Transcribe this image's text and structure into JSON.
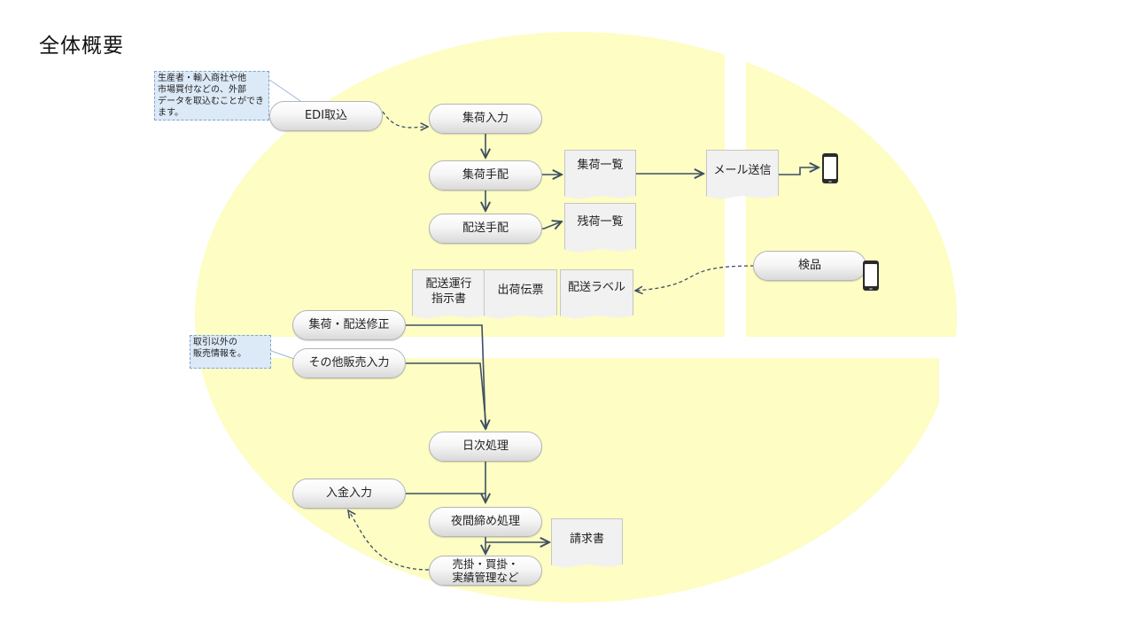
{
  "title": "全体概要",
  "colors": {
    "region_fill": "#fdfdc4",
    "connector": "#3f4f63",
    "note_fill": "#dce9f7",
    "note_border": "#7fa6cc"
  },
  "notes": {
    "edi_note": "生産者・輸入商社や他\n市場買付などの、外部\nデータを取込むことができ\nます。",
    "sales_note": "取引以外の\n販売情報を。"
  },
  "processes": {
    "edi_import": "EDI取込",
    "collection_entry": "集荷入力",
    "collection_arrange": "集荷手配",
    "delivery_arrange": "配送手配",
    "inspection": "検品",
    "collection_delivery_fix": "集荷・配送修正",
    "other_sales_entry": "その他販売入力",
    "daily_process": "日次処理",
    "payment_entry": "入金入力",
    "nightly_close": "夜間締め処理",
    "ar_ap_management": "売掛・買掛・\n実績管理など"
  },
  "documents": {
    "collection_list": "集荷一覧",
    "mail_send": "メール送信",
    "remaining_list": "残荷一覧",
    "delivery_instructions": "配送運行\n指示書",
    "shipping_slip": "出荷伝票",
    "delivery_label": "配送ラベル",
    "invoice": "請求書"
  },
  "icons": {
    "phone_mail": "smartphone-icon",
    "phone_inspection": "smartphone-icon"
  }
}
